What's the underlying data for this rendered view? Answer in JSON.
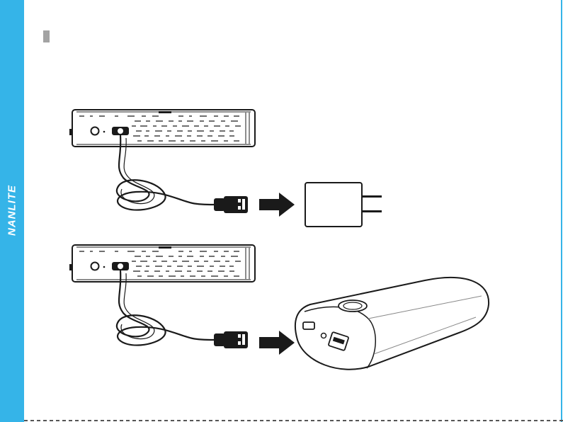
{
  "sidebar": {
    "brand": "NANLITE",
    "color": "#35b4e8"
  },
  "section": {
    "marker_color": "#a3a3a3"
  },
  "illustrations": [
    {
      "light": "led-light-bar",
      "cable": "usb-cable",
      "source": "wall-adapter-icon"
    },
    {
      "light": "led-light-bar",
      "cable": "usb-cable",
      "source": "power-bank-icon"
    }
  ]
}
